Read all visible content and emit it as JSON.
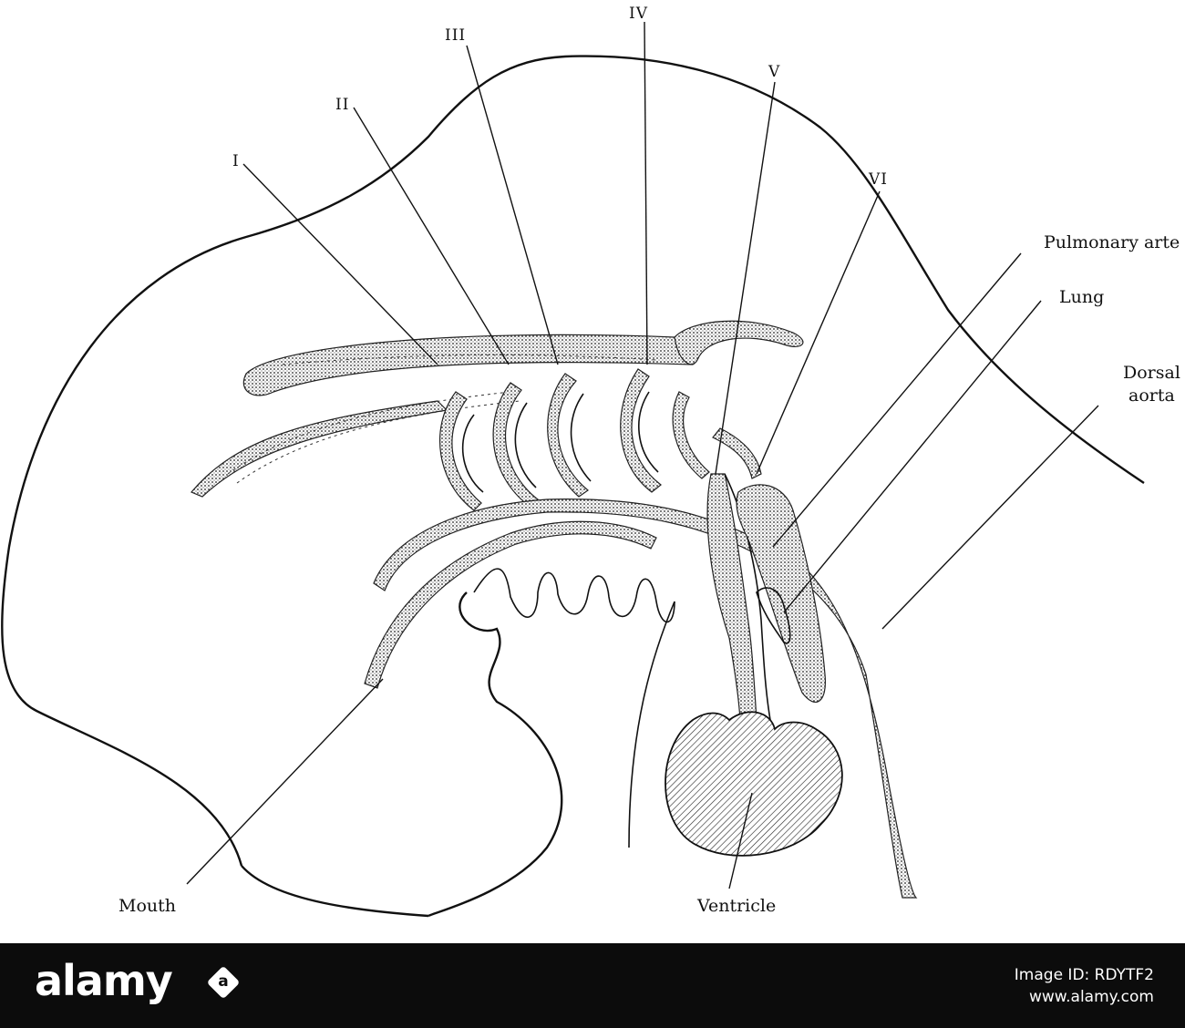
{
  "figure": {
    "labels": {
      "arch_1": "I",
      "arch_2": "II",
      "arch_3": "III",
      "arch_4": "IV",
      "arch_5": "V",
      "arch_6": "VI",
      "pulmonary_artery": "Pulmonary arte",
      "lung": "Lung",
      "dorsal_aorta_line1": "Dorsal",
      "dorsal_aorta_line2": "aorta",
      "mouth": "Mouth",
      "ventricle": "Ventricle"
    }
  },
  "watermark": {
    "brand": "alamy",
    "image_id": "Image ID: RDYTF2",
    "url": "www.alamy.com"
  }
}
